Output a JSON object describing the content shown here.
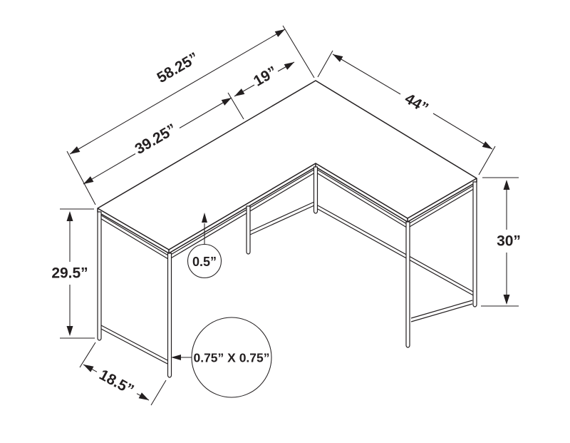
{
  "diagram": {
    "subject": "l-shaped-desk-isometric-dimension-drawing",
    "background_color": "#ffffff",
    "line_color": "#231f20",
    "unit": "inches",
    "dimensions": {
      "top_total_length": {
        "label": "58.25”"
      },
      "top_left_segment": {
        "label": "39.25”"
      },
      "top_right_segment": {
        "label": "19”"
      },
      "right_wing_length": {
        "label": "44”"
      },
      "left_leg_height": {
        "label": "29.5”"
      },
      "right_leg_height": {
        "label": "30”"
      },
      "desktop_thickness": {
        "label": "0.5”"
      },
      "leg_tube_profile": {
        "label": "0.75” X 0.75”"
      },
      "side_frame_depth": {
        "label": "18.5”"
      }
    }
  }
}
